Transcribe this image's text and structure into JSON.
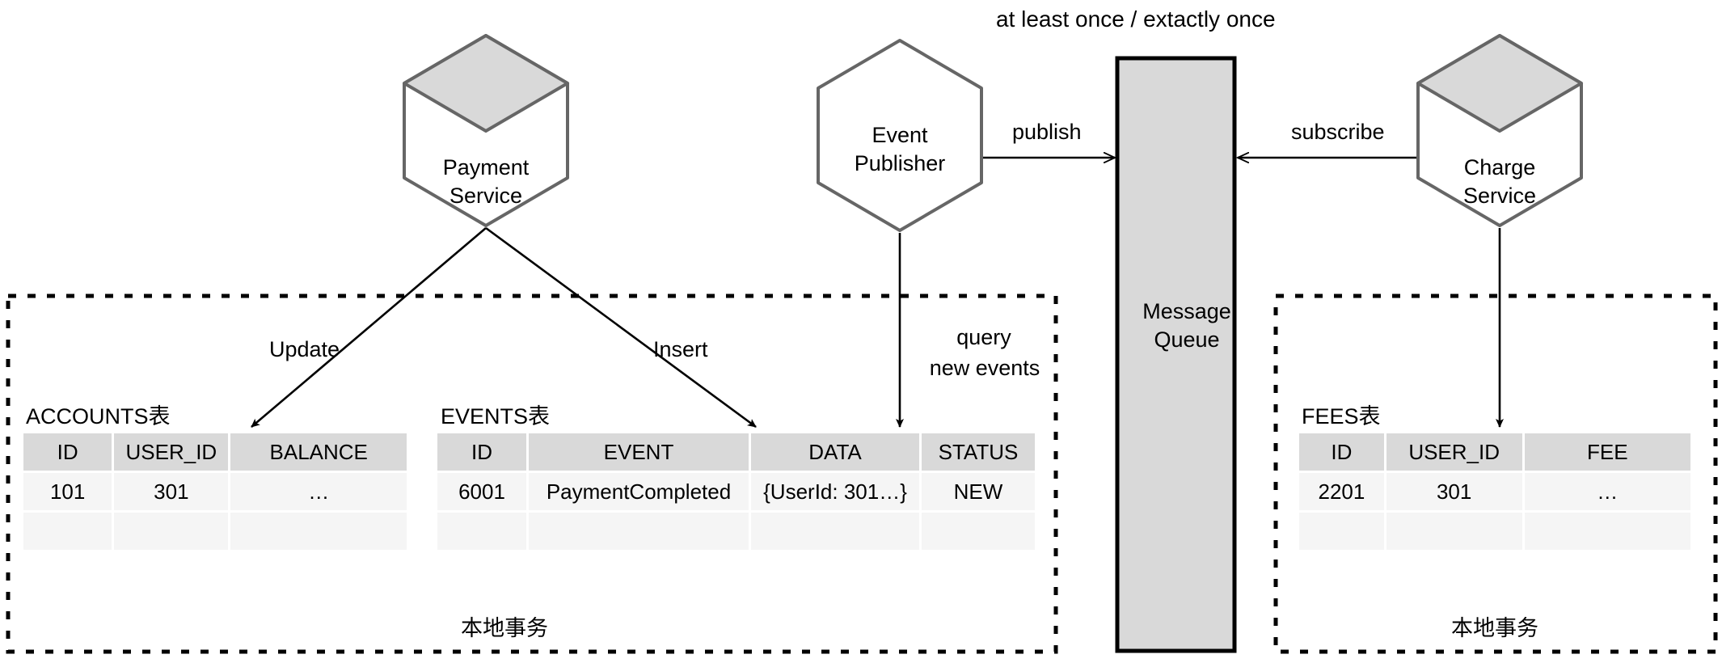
{
  "diagram": {
    "title": "at least once / extactly once",
    "nodes": {
      "payment_service": {
        "label": "Payment\nService",
        "shape": "cube-hexagon"
      },
      "event_publisher": {
        "label": "Event\nPublisher",
        "shape": "hexagon"
      },
      "charge_service": {
        "label": "Charge\nService",
        "shape": "cube-hexagon"
      },
      "message_queue": {
        "label": "Message\nQueue",
        "shape": "rectangle"
      }
    },
    "edges": [
      {
        "name": "update-edge",
        "label": "Update"
      },
      {
        "name": "insert-edge",
        "label": "Insert"
      },
      {
        "name": "query-edge",
        "label": "query\nnew events"
      },
      {
        "name": "publish-edge",
        "label": "publish"
      },
      {
        "name": "subscribe-edge",
        "label": "subscribe"
      },
      {
        "name": "charge-write-edge",
        "label": ""
      }
    ],
    "boundaries": [
      {
        "name": "left-transaction-boundary",
        "label": "本地事务"
      },
      {
        "name": "right-transaction-boundary",
        "label": "本地事务"
      }
    ],
    "colors": {
      "node_stroke": "#666666",
      "node_top_fill": "#d9d9d9",
      "node_fill": "#ffffff",
      "queue_fill": "#d9d9d9",
      "queue_stroke": "#000000",
      "table_header_fill": "#d9d9d9",
      "table_cell_fill": "#f5f5f5",
      "line": "#000000"
    }
  },
  "tables": {
    "accounts": {
      "title": "ACCOUNTS表",
      "headers": [
        "ID",
        "USER_ID",
        "BALANCE"
      ],
      "rows": [
        [
          "101",
          "301",
          "…"
        ],
        [
          "",
          "",
          ""
        ]
      ]
    },
    "events": {
      "title": "EVENTS表",
      "headers": [
        "ID",
        "EVENT",
        "DATA",
        "STATUS"
      ],
      "rows": [
        [
          "6001",
          "PaymentCompleted",
          "{UserId: 301…}",
          "NEW"
        ],
        [
          "",
          "",
          "",
          ""
        ]
      ]
    },
    "fees": {
      "title": "FEES表",
      "headers": [
        "ID",
        "USER_ID",
        "FEE"
      ],
      "rows": [
        [
          "2201",
          "301",
          "…"
        ],
        [
          "",
          "",
          ""
        ]
      ]
    }
  },
  "labels": {
    "publish": "publish",
    "subscribe": "subscribe",
    "update": "Update",
    "insert": "Insert",
    "query_line1": "query",
    "query_line2": "new events",
    "local_tx_left": "本地事务",
    "local_tx_right": "本地事务"
  }
}
